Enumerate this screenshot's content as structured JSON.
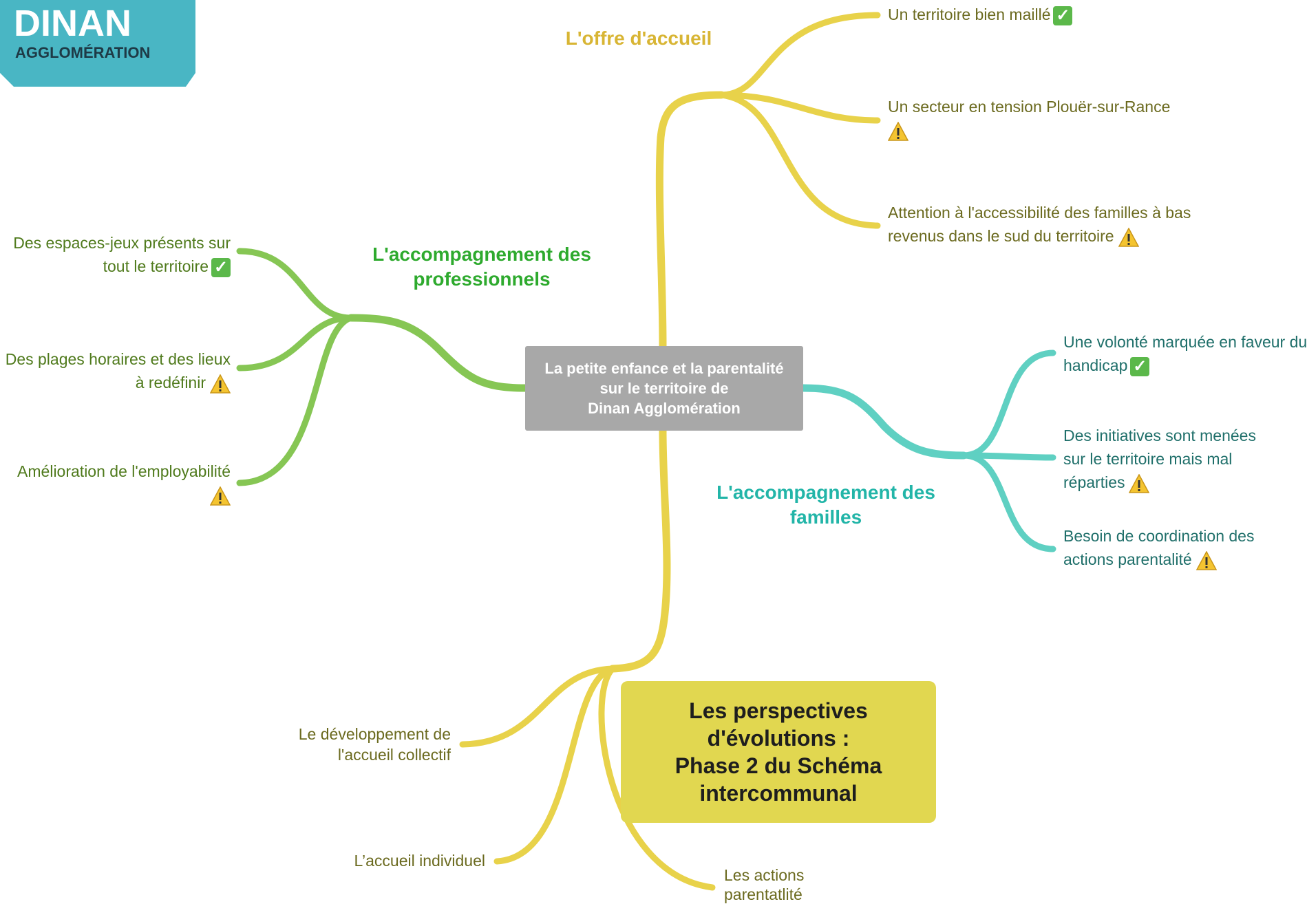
{
  "logo": {
    "line1": "DINAN",
    "line2": "AGGLOMÉRATION",
    "color": "#49b6c4"
  },
  "center": {
    "lines": [
      "La petite enfance et la parentalité",
      "sur le territoire de",
      "Dinan Agglomération"
    ]
  },
  "branches": {
    "offre": {
      "title": "L'offre d'accueil",
      "color": "#e8d24a",
      "items": [
        {
          "line1": "Un territoire bien maillé",
          "line2": "",
          "status": "check-icon"
        },
        {
          "line1": "Un secteur en tension Plouër-sur-Rance",
          "line2": "",
          "status": "warning-icon"
        },
        {
          "line1": "Attention à l'accessibilité des familles à bas",
          "line2": "revenus dans le sud du territoire",
          "status": "warning-icon"
        }
      ]
    },
    "pro": {
      "title_line1": "L'accompagnement des",
      "title_line2": "professionnels",
      "color": "#86c654",
      "items": [
        {
          "line1": "Des espaces-jeux présents sur",
          "line2": "tout le territoire",
          "status": "check-icon"
        },
        {
          "line1": "Des plages horaires et des lieux",
          "line2": "à redéfinir",
          "status": "warning-icon"
        },
        {
          "line1": "Amélioration de l'employabilité",
          "line2": "",
          "status": "warning-icon"
        }
      ]
    },
    "familles": {
      "title_line1": "L'accompagnement des",
      "title_line2": "familles",
      "color": "#5fd0c2",
      "items": [
        {
          "line1": "Une volonté marquée en faveur du",
          "line2": "handicap",
          "status": "check-icon"
        },
        {
          "line1": "Des initiatives sont menées",
          "line2": "sur le territoire mais mal",
          "line3": "réparties",
          "status": "warning-icon"
        },
        {
          "line1": "Besoin de coordination des",
          "line2": "actions parentalité",
          "status": "warning-icon"
        }
      ]
    },
    "perspectives": {
      "lines": [
        "Les perspectives",
        "d'évolutions :",
        "Phase 2 du Schéma",
        "intercommunal"
      ],
      "color": "#e8d24a",
      "items": [
        {
          "line1": "Le développement de",
          "line2": "l'accueil collectif"
        },
        {
          "line1": "L’accueil individuel",
          "line2": ""
        },
        {
          "line1": "Les actions",
          "line2": "parentatlité"
        }
      ]
    }
  }
}
